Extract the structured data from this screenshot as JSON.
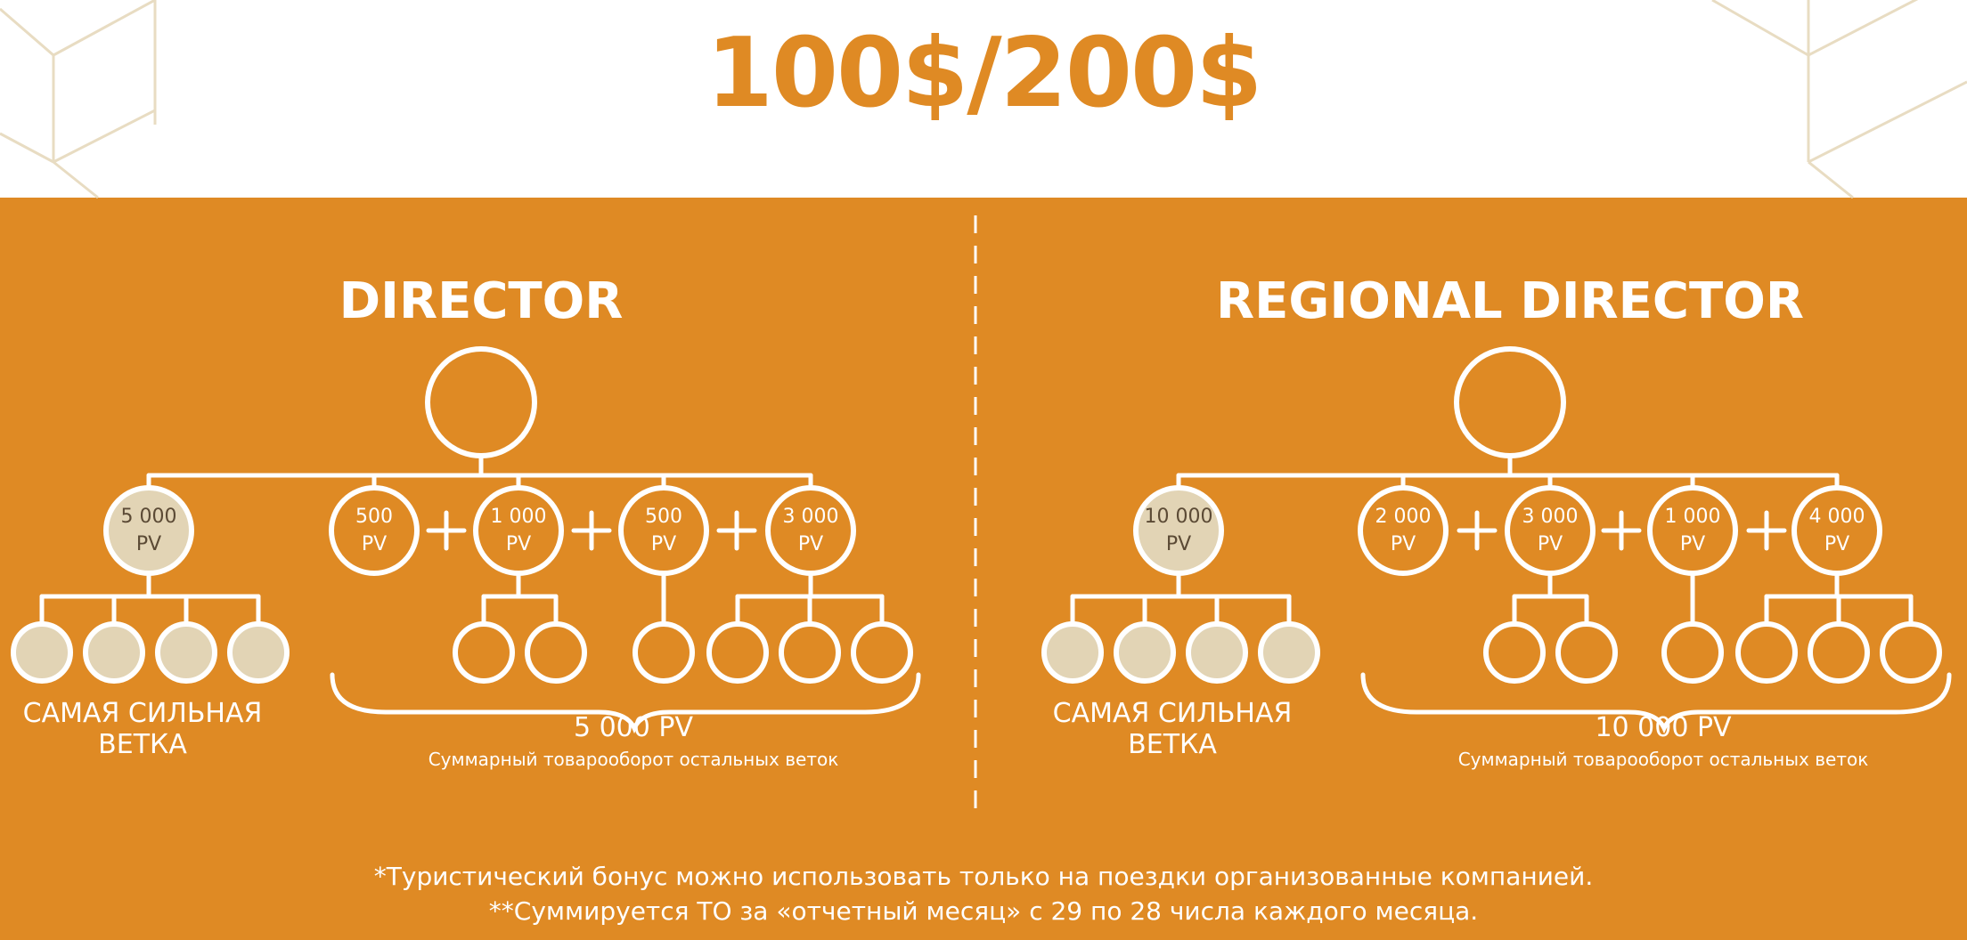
{
  "colors": {
    "band": "#df8a24",
    "title": "#df8a24",
    "line": "#ffffff",
    "node_fill_highlight": "#e2d4b5",
    "hex_decor": "#e8dcc2"
  },
  "title": "100$/200$",
  "panels": [
    {
      "title": "DIRECTOR",
      "strong_branch": {
        "value": "5 000",
        "unit": "PV",
        "label_line1": "САМАЯ СИЛЬНАЯ",
        "label_line2": "ВЕТКА",
        "children": 4
      },
      "other_branches": [
        {
          "value": "500",
          "unit": "PV",
          "children": 0
        },
        {
          "value": "1 000",
          "unit": "PV",
          "children": 2
        },
        {
          "value": "500",
          "unit": "PV",
          "children": 1
        },
        {
          "value": "3 000",
          "unit": "PV",
          "children": 3
        }
      ],
      "total_pv": "5 000 PV",
      "total_caption": "Суммарный товарооборот остальных веток"
    },
    {
      "title": "REGIONAL DIRECTOR",
      "strong_branch": {
        "value": "10 000",
        "unit": "PV",
        "label_line1": "САМАЯ СИЛЬНАЯ",
        "label_line2": "ВЕТКА",
        "children": 4
      },
      "other_branches": [
        {
          "value": "2 000",
          "unit": "PV",
          "children": 0
        },
        {
          "value": "3 000",
          "unit": "PV",
          "children": 2
        },
        {
          "value": "1 000",
          "unit": "PV",
          "children": 1
        },
        {
          "value": "4 000",
          "unit": "PV",
          "children": 3
        }
      ],
      "total_pv": "10 000 PV",
      "total_caption": "Суммарный товарооборот остальных веток"
    }
  ],
  "footnotes": [
    "*Туристический бонус можно  использовать только на поездки организованные компанией.",
    "**Суммируется ТО за  «отчетный месяц»  с 29 по 28 числа каждого месяца."
  ]
}
